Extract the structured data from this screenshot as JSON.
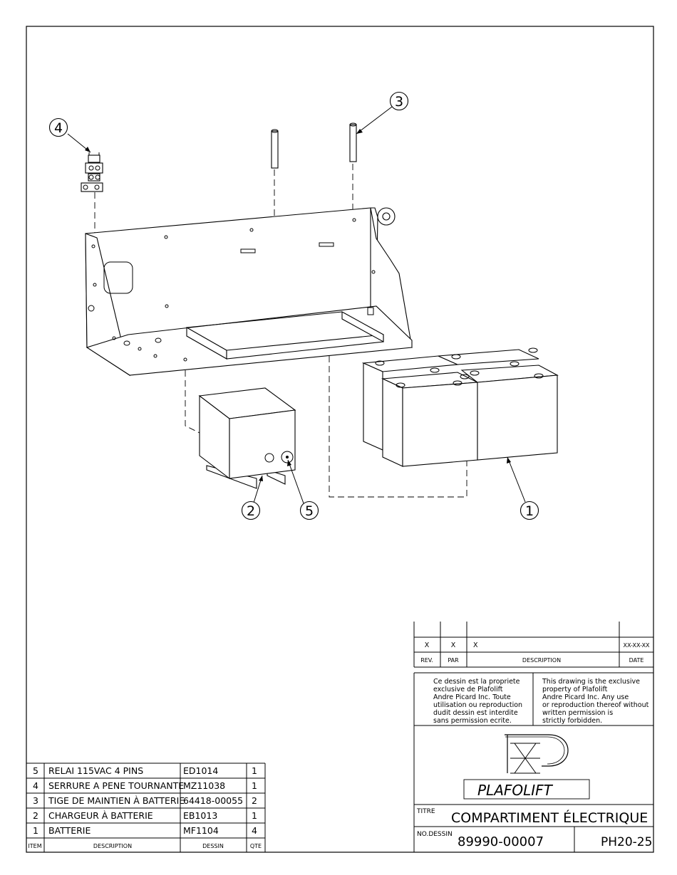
{
  "callouts": [
    "1",
    "2",
    "3",
    "4",
    "5"
  ],
  "bom": {
    "headers": {
      "item": "ITEM",
      "description": "DESCRIPTION",
      "drawing": "DESSIN",
      "qty": "QTE"
    },
    "rows": [
      {
        "item": "5",
        "description": "RELAI 115VAC 4 PINS",
        "drawing": "ED1014",
        "qty": "1"
      },
      {
        "item": "4",
        "description": "SERRURE A PENE TOURNANTE",
        "drawing": "MZ11038",
        "qty": "1"
      },
      {
        "item": "3",
        "description": "TIGE DE MAINTIEN À BATTERIE",
        "drawing": "64418-00055",
        "qty": "2"
      },
      {
        "item": "2",
        "description": "CHARGEUR À BATTERIE",
        "drawing": "EB1013",
        "qty": "1"
      },
      {
        "item": "1",
        "description": "BATTERIE",
        "drawing": "MF1104",
        "qty": "4"
      }
    ]
  },
  "revision": {
    "rev": "X",
    "by": "X",
    "description": "X",
    "date": "XX-XX-XX",
    "headers": {
      "rev": "REV.",
      "by": "PAR",
      "description": "DESCRIPTION",
      "date": "DATE"
    }
  },
  "notice": {
    "fr": [
      "Ce dessin est la propriete",
      "exclusive de Plafolift",
      "Andre Picard Inc. Toute",
      "utilisation ou reproduction",
      "dudit dessin est interdite",
      "sans permission ecrite."
    ],
    "en": [
      "This drawing is the exclusive",
      "property of Plafolift",
      "Andre Picard Inc. Any use",
      "or reproduction thereof without",
      "written permission is",
      "strictly forbidden."
    ]
  },
  "company": {
    "name": "PLAFOLIFT"
  },
  "title_block": {
    "title_label": "TITRE",
    "title": "COMPARTIMENT ÉLECTRIQUE",
    "drawing_no_label": "NO.DESSIN",
    "drawing_no": "89990-00007",
    "sheet_ref": "PH20-25"
  }
}
